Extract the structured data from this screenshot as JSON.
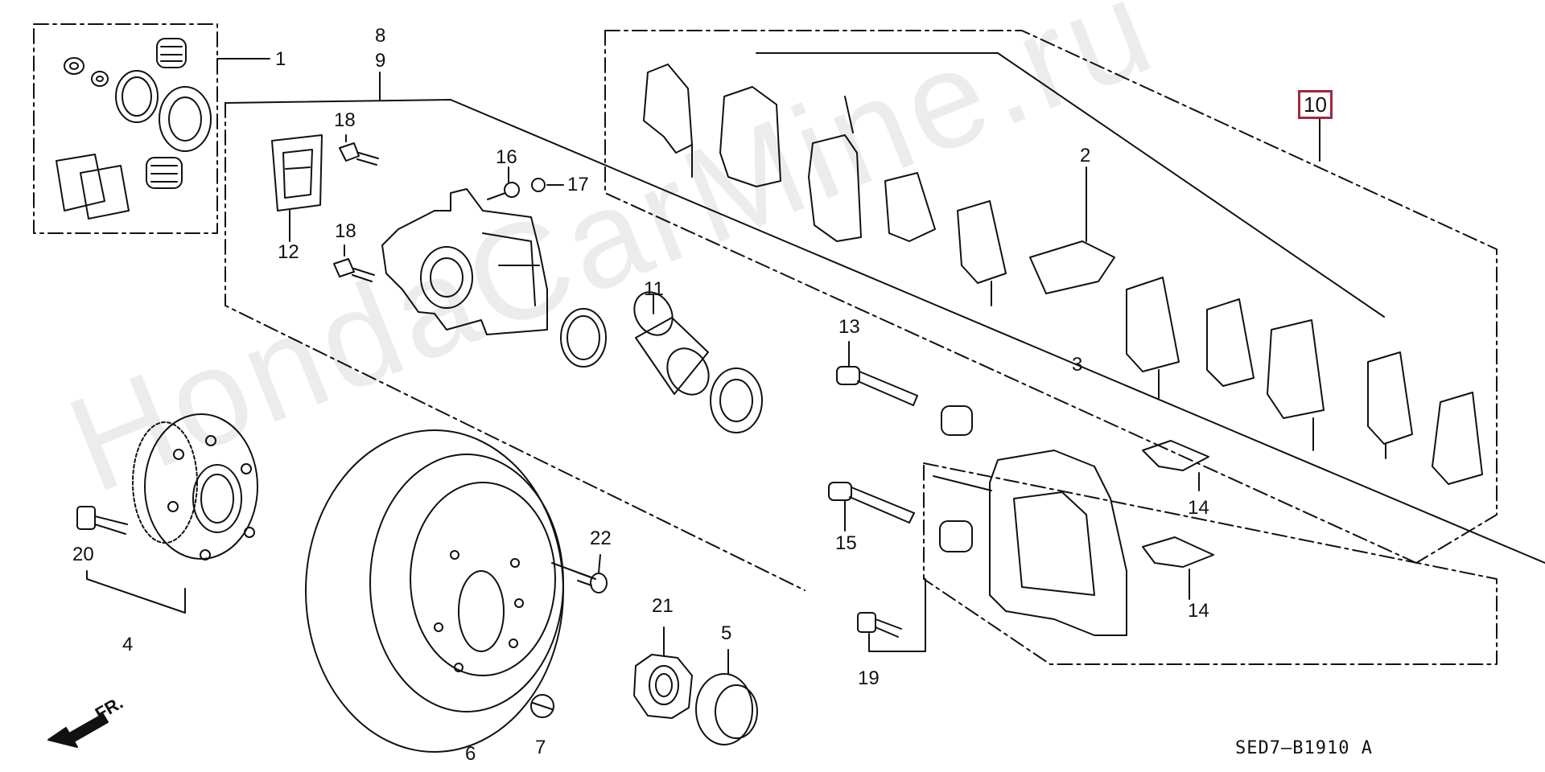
{
  "watermark": "HondaCarMine.ru",
  "diagram_code": "SED7—B1910 A",
  "direction_label": "FR.",
  "callouts": [
    "1",
    "8",
    "9",
    "18",
    "16",
    "17",
    "12",
    "18",
    "2",
    "3",
    "10",
    "11",
    "13",
    "14",
    "15",
    "14",
    "20",
    "4",
    "22",
    "6",
    "7",
    "21",
    "5",
    "19"
  ]
}
